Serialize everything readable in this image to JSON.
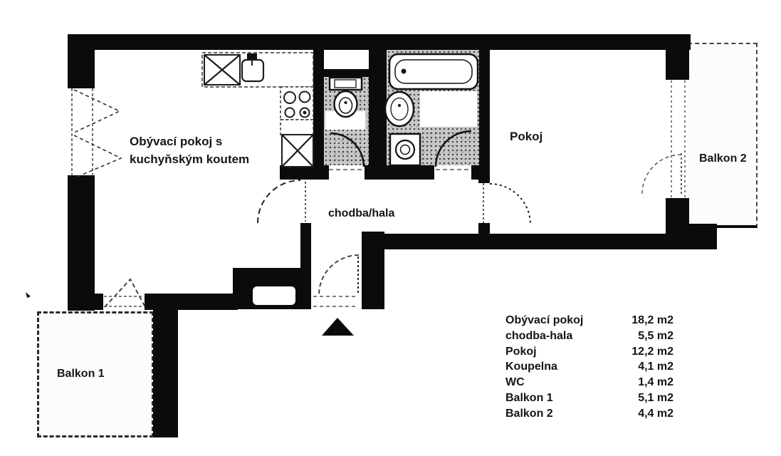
{
  "floorplan": {
    "rooms": {
      "living": {
        "label_line1": "Obývací pokoj s",
        "label_line2": "kuchyňským koutem"
      },
      "hall": {
        "label": "chodba/hala"
      },
      "pokoj": {
        "label": "Pokoj"
      },
      "balkon1": {
        "label": "Balkon 1"
      },
      "balkon2": {
        "label": "Balkon 2"
      }
    },
    "legend": {
      "rows": [
        {
          "name": "Obývací pokoj",
          "area": "18,2 m2"
        },
        {
          "name": "chodba-hala",
          "area": "5,5 m2"
        },
        {
          "name": "Pokoj",
          "area": "12,2 m2"
        },
        {
          "name": "Koupelna",
          "area": "4,1 m2"
        },
        {
          "name": "WC",
          "area": "1,4 m2"
        },
        {
          "name": "Balkon 1",
          "area": "5,1 m2"
        },
        {
          "name": "Balkon 2",
          "area": "4,4 m2"
        }
      ]
    },
    "colors": {
      "wall": "#0b0b0b",
      "tile_floor": "#c8c8c8",
      "background": "#ffffff"
    },
    "icons": [
      "bathtub-icon",
      "washbasin-icon",
      "washing-machine-icon",
      "toilet-icon",
      "kitchen-sink-icon",
      "stove-icon",
      "cabinet-x-icon",
      "entrance-arrow-icon",
      "door-swing-icon",
      "window-icon"
    ]
  }
}
